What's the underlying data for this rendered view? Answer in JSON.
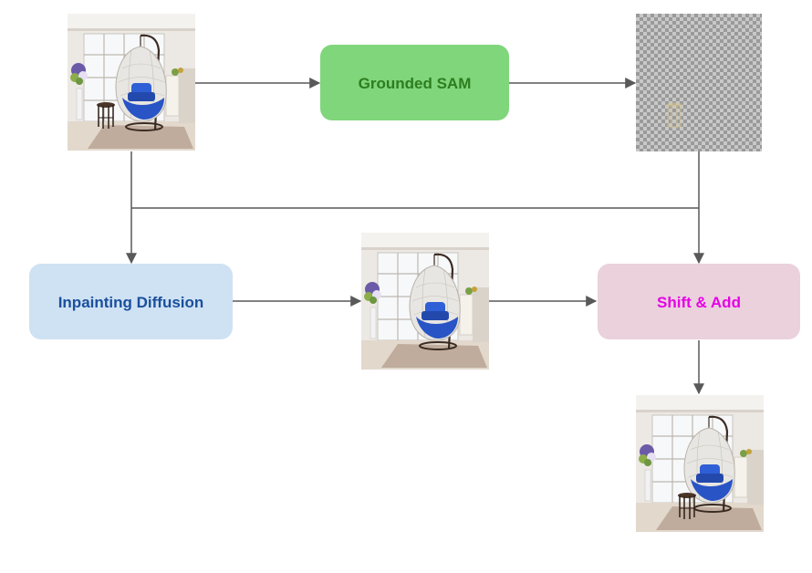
{
  "nodes": {
    "grounded_sam": {
      "label": "Grounded SAM",
      "fill": "#7fd67b",
      "text_color": "#2e7d1f"
    },
    "inpainting": {
      "label": "Inpainting Diffusion",
      "fill": "#cfe2f3",
      "text_color": "#1a4f9c"
    },
    "shift_add": {
      "label": "Shift & Add",
      "fill": "#ead1dc",
      "text_color": "#e600e6"
    }
  },
  "images": {
    "input": "room photo with hanging egg chair and side table",
    "mask": "transparent checkerboard with isolated side table",
    "inpainted": "room photo with side table removed",
    "output": "room photo with side table shifted"
  },
  "colors": {
    "arrow": "#595959",
    "chair_blue": "#2854c5",
    "checker_dark": "#9a9a9a",
    "checker_light": "#c8c8c8"
  }
}
